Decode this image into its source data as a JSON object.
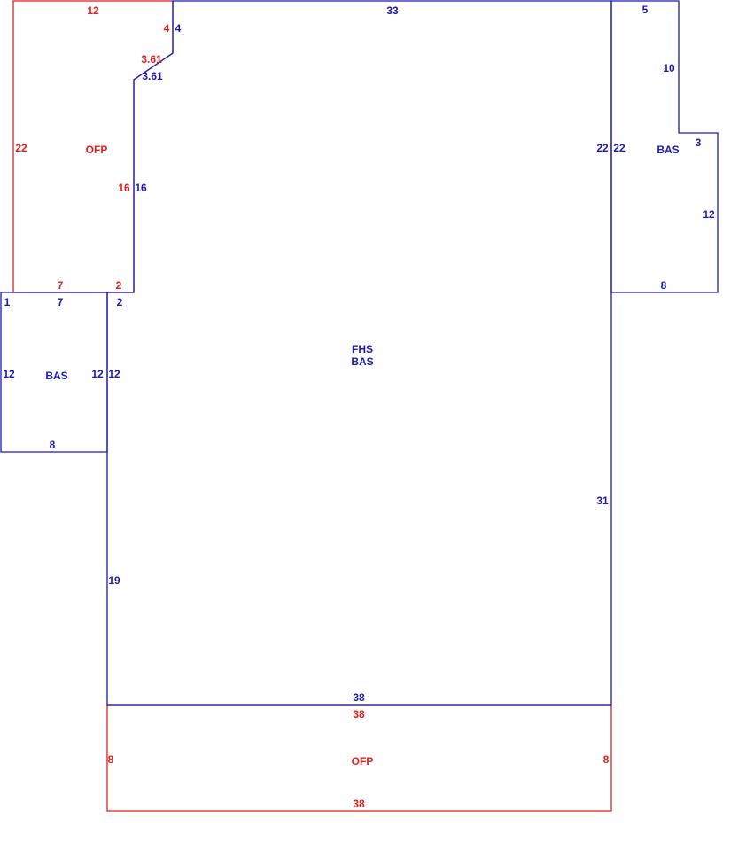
{
  "colors": {
    "main": "#1a1ab4",
    "porch": "#e01e1e",
    "background": "#ffffff"
  },
  "areas": {
    "main": {
      "line1": "FHS",
      "line2": "BAS"
    },
    "left_wing": "BAS",
    "right_wing": "BAS",
    "top_porch": "OFP",
    "bottom_porch": "OFP"
  },
  "dims": {
    "main_top": "33",
    "main_right_lower": "31",
    "main_bottom": "38",
    "main_left_lower": "19",
    "main_left_upper": "12",
    "main_notch_bottom": "2",
    "main_notch_left": "16",
    "main_diagonal": "3.61",
    "main_notch_top": "4",
    "main_right_upper": "22",
    "right_top": "5",
    "right_upper": "10",
    "right_step": "3",
    "right_lower": "12",
    "right_bottom": "8",
    "right_left": "22",
    "left_top_a": "1",
    "left_top_b": "7",
    "left_right": "12",
    "left_left": "12",
    "left_bottom": "8",
    "porch_top": "12",
    "porch_right": "4",
    "porch_diagonal": "3.61",
    "porch_inner": "16",
    "porch_bottom_a": "7",
    "porch_bottom_b": "2",
    "porch_left": "22",
    "bporch_top": "38",
    "bporch_left": "8",
    "bporch_right": "8",
    "bporch_bottom": "38"
  }
}
